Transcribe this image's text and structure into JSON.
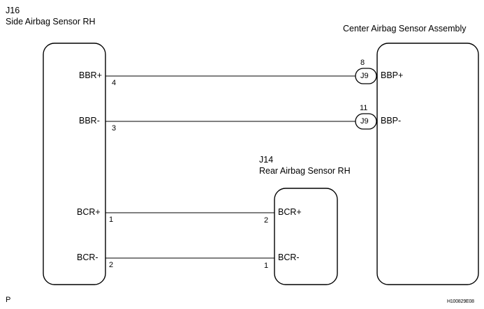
{
  "components": {
    "side_sensor": {
      "code": "J16",
      "name": "Side Airbag Sensor RH"
    },
    "center_sensor": {
      "name": "Center Airbag Sensor Assembly"
    },
    "rear_sensor": {
      "code": "J14",
      "name": "Rear Airbag Sensor RH"
    }
  },
  "pins": {
    "bbr_plus": {
      "label": "BBR+",
      "number": "4"
    },
    "bbr_minus": {
      "label": "BBR-",
      "number": "3"
    },
    "bcr_plus_side": {
      "label": "BCR+",
      "number": "1"
    },
    "bcr_minus_side": {
      "label": "BCR-",
      "number": "2"
    },
    "bbp_plus": {
      "label": "BBP+",
      "number": "8"
    },
    "bbp_minus": {
      "label": "BBP-",
      "number": "11"
    },
    "bcr_plus_rear": {
      "label": "BCR+",
      "number": "2"
    },
    "bcr_minus_rear": {
      "label": "BCR-",
      "number": "1"
    }
  },
  "connectors": {
    "j9_top": "J9",
    "j9_bottom": "J9"
  },
  "footer": {
    "left_mark": "P",
    "figure_id": "H100829E08"
  }
}
